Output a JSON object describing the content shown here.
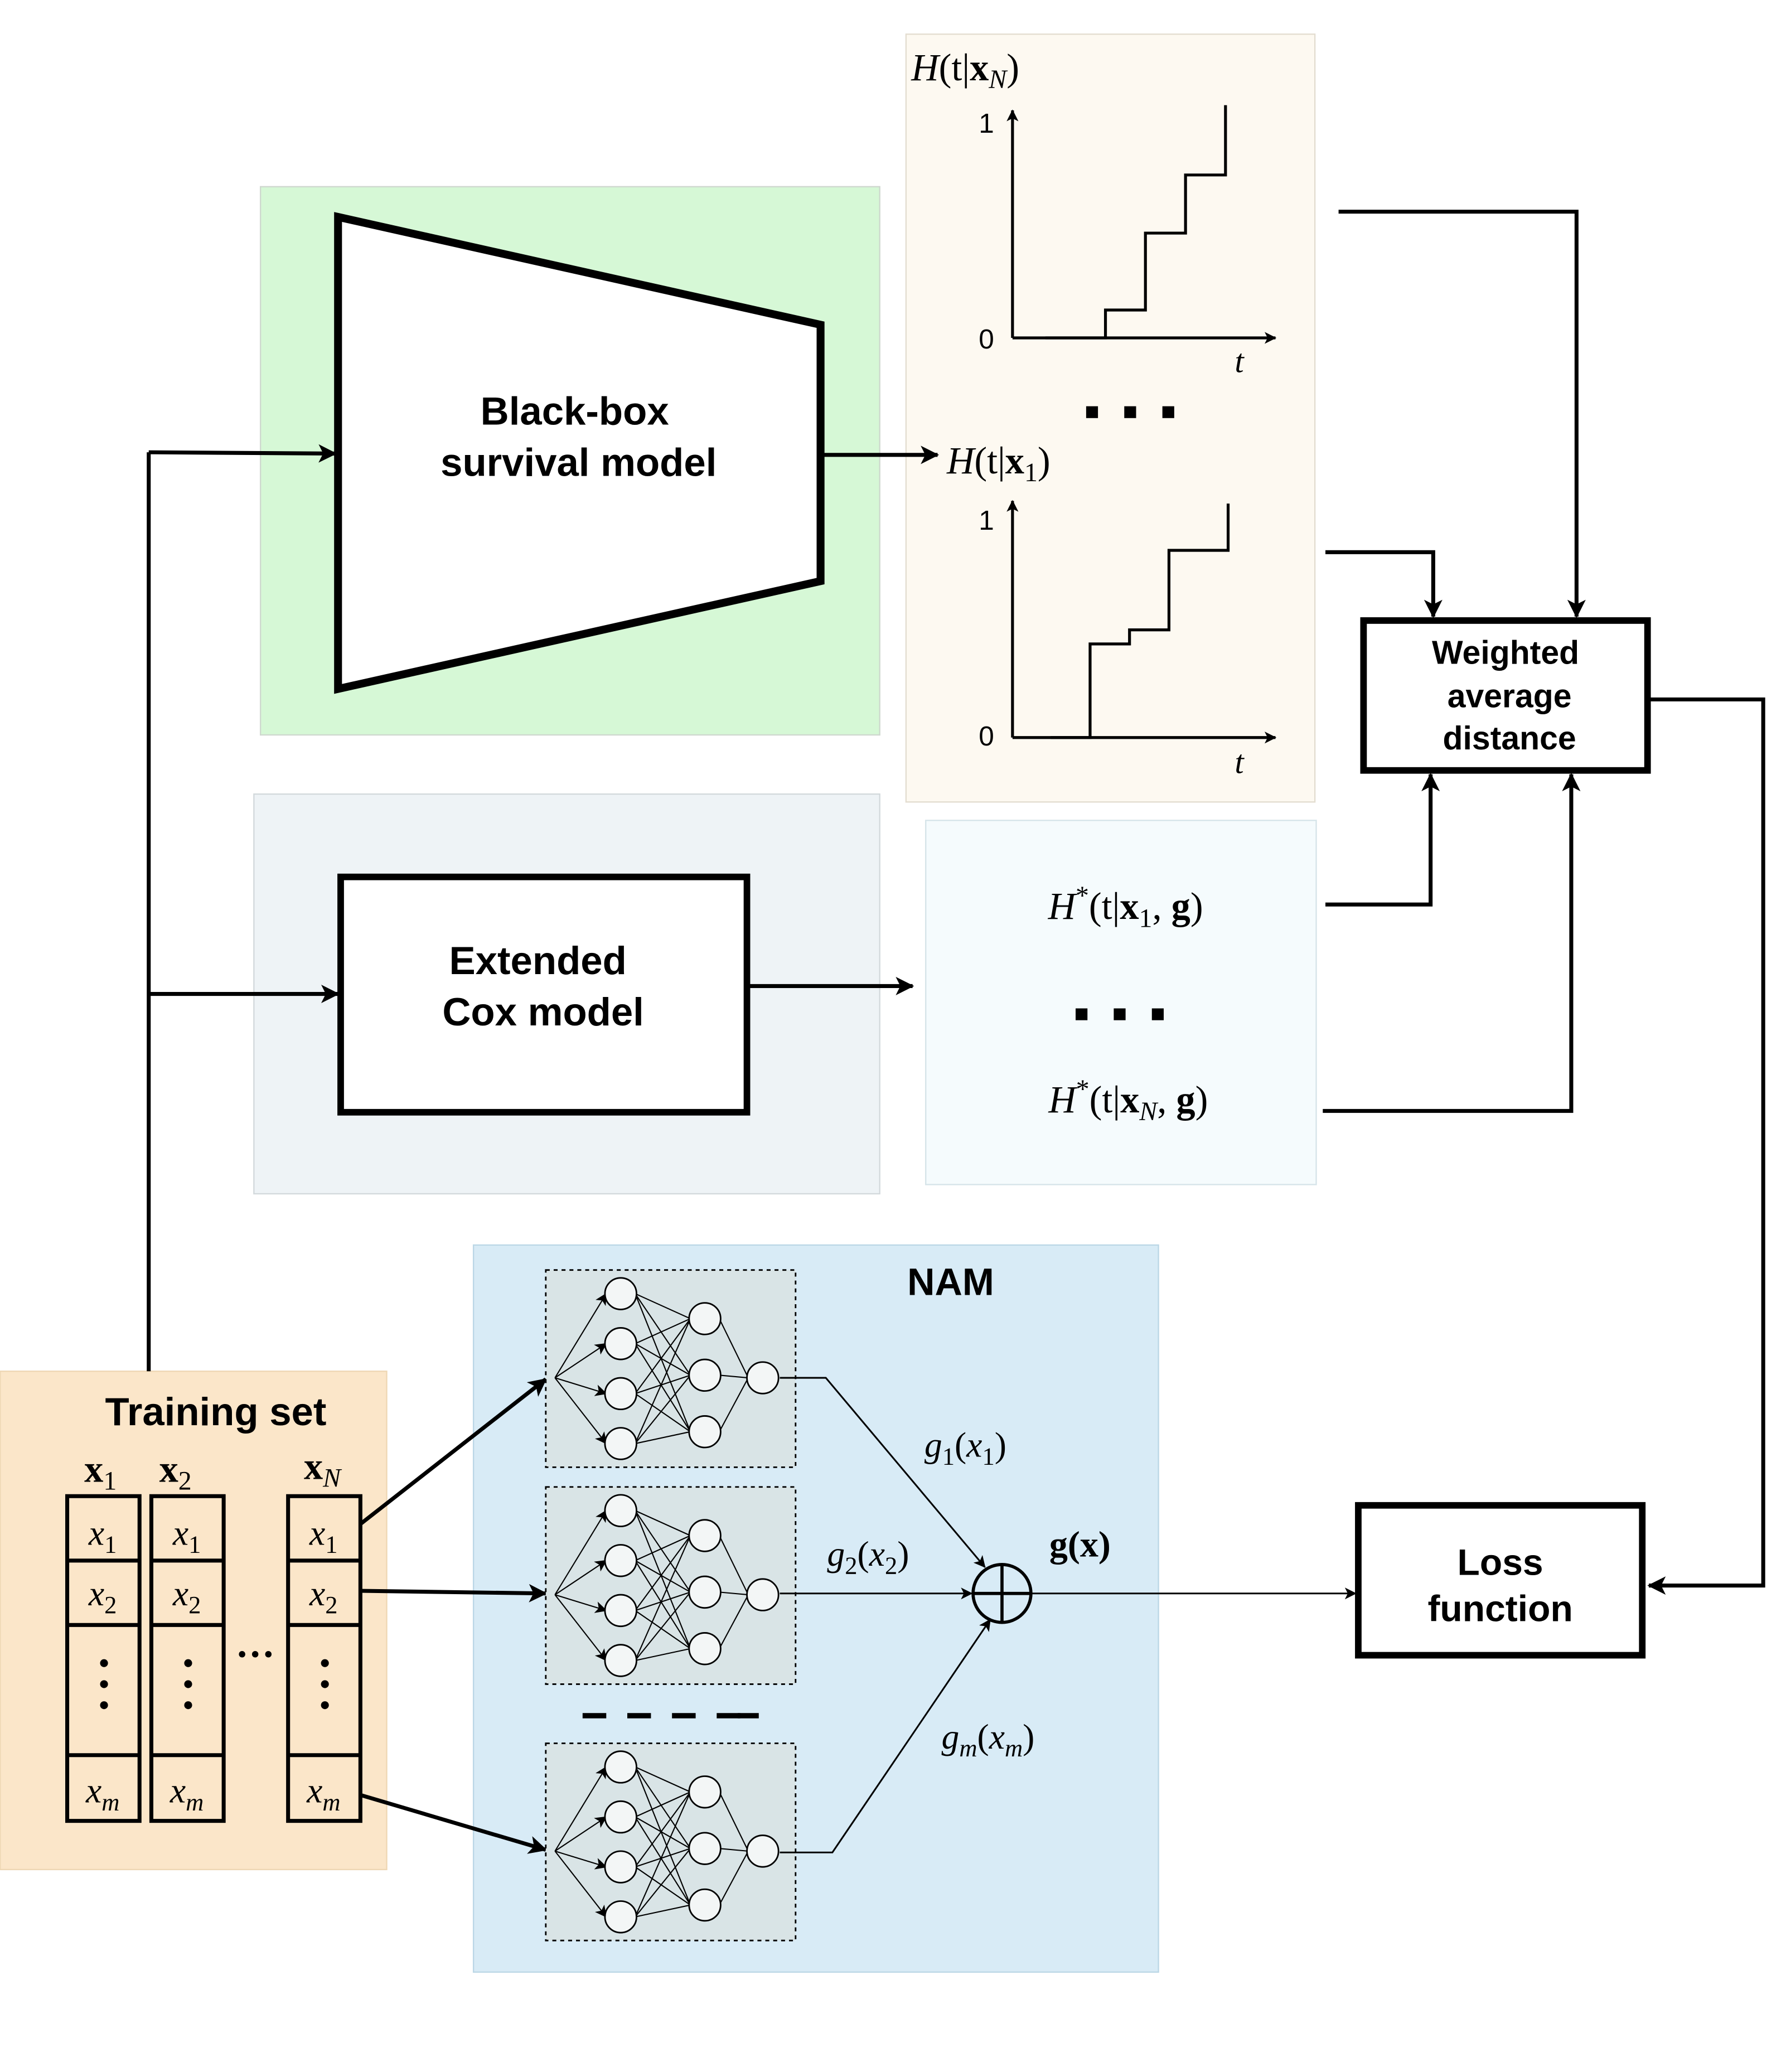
{
  "colors": {
    "black_box_panel": "#d6f8d6",
    "curves_panel": "#fdf9f1",
    "cox_panel": "#eef3f6",
    "cox_output_panel": "#f5fbfd",
    "nam_panel": "#d8ebf6",
    "nam_subnet": "#d9e4e6",
    "training_panel": "#fbe6c9",
    "stroke": "#000000"
  },
  "blocks": {
    "black_box": {
      "line1": "Black-box",
      "line2": "survival model"
    },
    "cox": {
      "line1": "Extended",
      "line2": "Cox model"
    },
    "weighted": {
      "line1": "Weighted",
      "line2": "average",
      "line3": "distance"
    },
    "loss": {
      "line1": "Loss",
      "line2": "function"
    },
    "nam": {
      "title": "NAM"
    },
    "training": {
      "title": "Training set"
    }
  },
  "curves": {
    "top_label": {
      "main": "H",
      "open": "(t|",
      "vec": "x",
      "sub": "N",
      "close": ")"
    },
    "bottom_label": {
      "main": "H",
      "open": "(t|",
      "vec": "x",
      "sub": "1",
      "close": ")"
    },
    "y_one": "1",
    "y_zero": "0",
    "x_axis": "t",
    "top_steps": [
      0.0,
      0.0,
      0.0,
      0.12,
      0.12,
      0.45,
      0.45,
      0.7,
      0.7,
      1.0
    ],
    "bottom_steps": [
      0.0,
      0.0,
      0.4,
      0.4,
      0.46,
      0.46,
      0.8,
      0.8,
      0.8,
      1.0
    ]
  },
  "cox_outputs": {
    "first": {
      "main": "H",
      "star": "*",
      "open": "(t|",
      "vec": "x",
      "sub": "1",
      "sep": ", ",
      "g": "g",
      "close": ")"
    },
    "last": {
      "main": "H",
      "star": "*",
      "open": "(t|",
      "vec": "x",
      "sub": "N",
      "sep": ", ",
      "g": "g",
      "close": ")"
    }
  },
  "nam_labels": {
    "g1": {
      "f": "g",
      "fsub": "1",
      "open": "(",
      "x": "x",
      "xsub": "1",
      "close": ")"
    },
    "g2": {
      "f": "g",
      "fsub": "2",
      "open": "(",
      "x": "x",
      "xsub": "2",
      "close": ")"
    },
    "gm": {
      "f": "g",
      "fsub": "m",
      "open": "(",
      "x": "x",
      "xsub": "m",
      "close": ")"
    },
    "sum": {
      "g": "g",
      "open": "(",
      "x": "x",
      "close": ")"
    }
  },
  "training": {
    "columns": [
      {
        "vec": "x",
        "sub": "1"
      },
      {
        "vec": "x",
        "sub": "2"
      },
      {
        "vec": "x",
        "sub": "N"
      }
    ],
    "cells": [
      {
        "v": "x",
        "s": "1"
      },
      {
        "v": "x",
        "s": "2"
      },
      {
        "v": "x",
        "s": "m"
      }
    ],
    "between_columns": "···"
  }
}
